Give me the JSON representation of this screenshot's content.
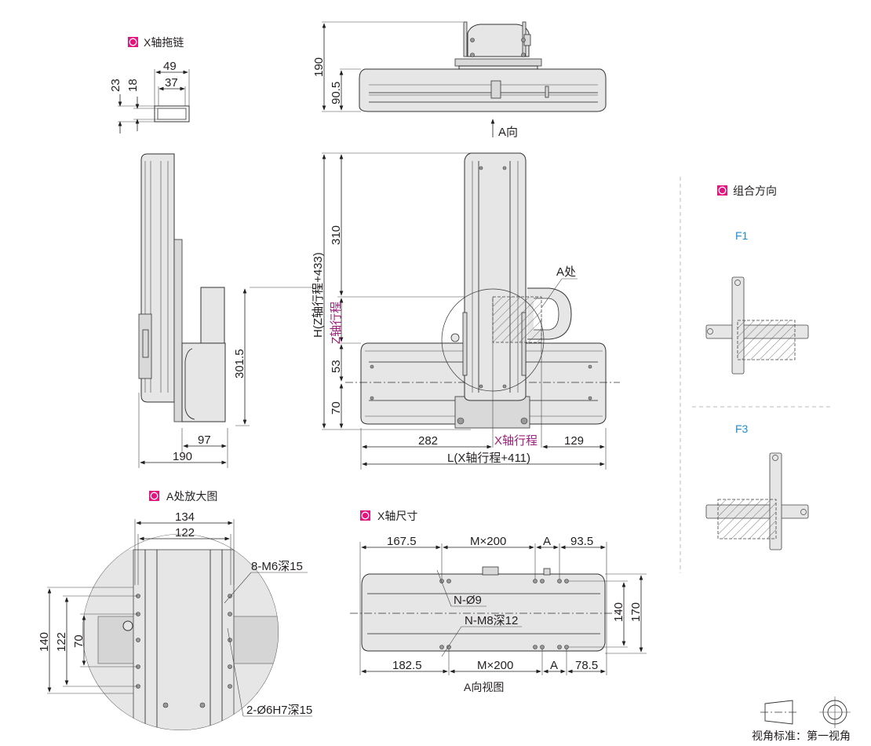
{
  "sections": {
    "x_chain": {
      "title": "X轴拖链",
      "dims": {
        "width_outer": "49",
        "width_inner": "37",
        "height_outer": "23",
        "height_inner": "18"
      }
    },
    "top_view": {
      "dims": {
        "total_height": "190",
        "axis_height": "90.5"
      },
      "arrow_label": "A向"
    },
    "side_view": {
      "dims": {
        "motor_height": "301.5",
        "depth_motor": "97",
        "total_depth": "190"
      }
    },
    "front_view": {
      "dims": {
        "overall_height": "H(Z轴行程+433)",
        "z_top": "310",
        "z_stroke": "Z轴行程",
        "z_upper": "53",
        "z_lower": "70",
        "x_left": "282",
        "x_stroke": "X轴行程",
        "x_right": "129",
        "overall_length": "L(X轴行程+411)"
      },
      "callout": "A处"
    },
    "combination": {
      "title": "组合方向",
      "options": [
        "F1",
        "F3"
      ]
    },
    "detail_a": {
      "title": "A处放大图",
      "dims": {
        "w_outer": "134",
        "w_inner": "122",
        "h_outer": "140",
        "h_mid": "122",
        "h_inner": "70"
      },
      "notes": [
        "8-M6深15",
        "2-Ø6H7深15"
      ]
    },
    "x_dims": {
      "title": "X轴尺寸",
      "top_row": [
        "167.5",
        "M×200",
        "A",
        "93.5"
      ],
      "bottom_row": [
        "182.5",
        "M×200",
        "A",
        "78.5"
      ],
      "height_inner": "140",
      "height_outer": "170",
      "notes": [
        "N-Ø9",
        "N-M8深12"
      ],
      "caption": "A向视图"
    },
    "projection": {
      "label": "视角标准：第一视角"
    }
  },
  "colors": {
    "marker": "#e3157f",
    "stroke_label": "#a0207a",
    "option_label": "#1f8dd0"
  }
}
